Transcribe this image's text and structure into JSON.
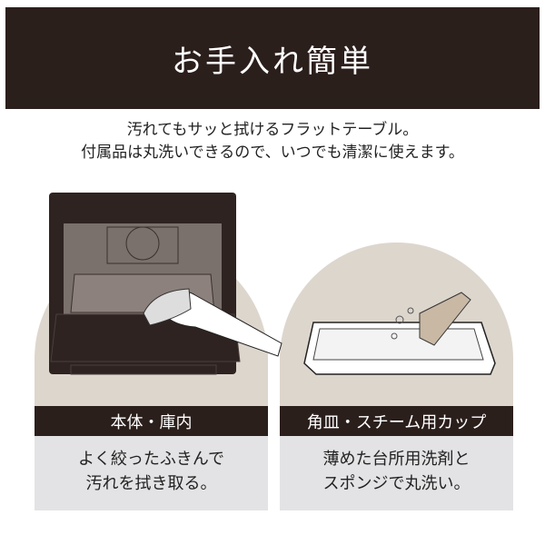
{
  "title": "お手入れ簡単",
  "intro": [
    "汚れてもサッと拭けるフラットテーブル。",
    "付属品は丸洗いできるので、いつでも清潔に使えます。"
  ],
  "panels": [
    {
      "label": "本体・庫内",
      "caption": [
        "よく絞ったふきんで",
        "汚れを拭き取る。"
      ]
    },
    {
      "label": "角皿・スチーム用カップ",
      "caption": [
        "薄めた台所用洗剤と",
        "スポンジで丸洗い。"
      ]
    }
  ],
  "colors": {
    "dark": "#2b1f1c",
    "beige": "#ddd6cd",
    "grey": "#e3e3e5"
  }
}
